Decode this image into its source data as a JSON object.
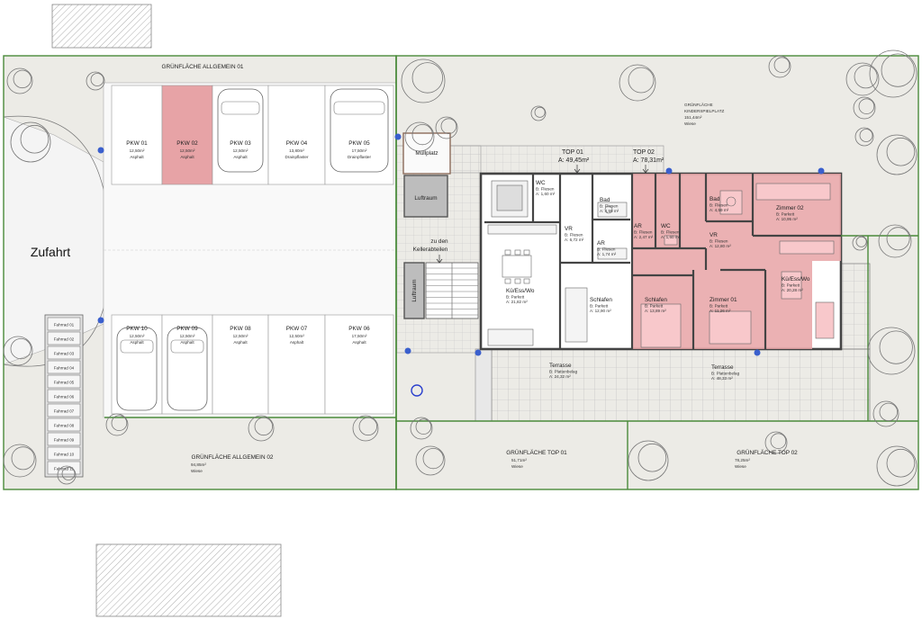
{
  "site": {
    "driveway": "Zufahrt",
    "green_general_1": "GRÜNFLÄCHE ALLGEMEIN 01",
    "green_general_2": {
      "name": "GRÜNFLÄCHE ALLGEMEIN 02",
      "area": "94,85m²",
      "surface": "Wiese"
    },
    "playground": {
      "name": "GRÜNFLÄCHE",
      "name2": "KINDERSPIELPLATZ",
      "area": "151,44m²",
      "surface": "Wiese"
    },
    "green_top1": {
      "name": "GRÜNFLÄCHE TOP 01",
      "area": "51,71m²",
      "surface": "Wiese"
    },
    "green_top2": {
      "name": "GRÜNFLÄCHE TOP 02",
      "area": "78,25m²",
      "surface": "Wiese"
    },
    "waste": "Müllplatz",
    "shaft_1": "Luftraum",
    "shaft_2": "Luftraum",
    "cellar": [
      "zu den",
      "Kellerabteilen"
    ]
  },
  "parking": [
    {
      "id": "PKW 01",
      "area": "12,50m²",
      "surface": "Asphalt",
      "highlight": false
    },
    {
      "id": "PKW 02",
      "area": "12,50m²",
      "surface": "Asphalt",
      "highlight": true
    },
    {
      "id": "PKW 03",
      "area": "12,50m²",
      "surface": "Asphalt",
      "highlight": false
    },
    {
      "id": "PKW 04",
      "area": "13,80m²",
      "surface": "Drainpflaster",
      "highlight": false
    },
    {
      "id": "PKW 05",
      "area": "17,50m²",
      "surface": "Drainpflaster",
      "highlight": false
    },
    {
      "id": "PKW 10",
      "area": "12,50m²",
      "surface": "Asphalt",
      "highlight": false
    },
    {
      "id": "PKW 09",
      "area": "12,50m²",
      "surface": "Asphalt",
      "highlight": false
    },
    {
      "id": "PKW 08",
      "area": "12,50m²",
      "surface": "Asphalt",
      "highlight": false
    },
    {
      "id": "PKW 07",
      "area": "12,50m²",
      "surface": "Asphalt",
      "highlight": false
    },
    {
      "id": "PKW 06",
      "area": "17,50m²",
      "surface": "Asphalt",
      "highlight": false
    }
  ],
  "bikes": [
    "Fahrrad 01",
    "Fahrrad 02",
    "Fahrrad 03",
    "Fahrrad 04",
    "Fahrrad 05",
    "Fahrrad 06",
    "Fahrrad 07",
    "Fahrrad 08",
    "Fahrrad 09",
    "Fahrrad 10",
    "Fahrrad 11"
  ],
  "top1": {
    "title": "TOP 01",
    "area": "A: 49,45m²",
    "rooms": [
      {
        "name": "WC",
        "floor": "B: Fliesen",
        "area": "A: 1,60 m²"
      },
      {
        "name": "Bad",
        "floor": "B: Fliesen",
        "area": "A: 4,59 m²"
      },
      {
        "name": "VR",
        "floor": "B: Fliesen",
        "area": "A: 6,72 m²"
      },
      {
        "name": "AR",
        "floor": "B: Fliesen",
        "area": "A: 1,74 m²"
      },
      {
        "name": "Kü/Ess/Wo",
        "floor": "B: Parkett",
        "area": "A: 21,82 m²"
      },
      {
        "name": "Schlafen",
        "floor": "B: Parkett",
        "area": "A: 12,90 m²"
      },
      {
        "name": "Terrasse",
        "floor": "B: Plattenbelag",
        "area": "A: 24,32 m²"
      }
    ]
  },
  "top2": {
    "title": "TOP 02",
    "area": "A: 78,31m²",
    "rooms": [
      {
        "name": "AR",
        "floor": "B: Fliesen",
        "area": "A: 2,47 m²"
      },
      {
        "name": "WC",
        "floor": "B: Fliesen",
        "area": "A: 1,60 m²"
      },
      {
        "name": "Bad",
        "floor": "B: Fliesen",
        "area": "A: 4,59 m²"
      },
      {
        "name": "VR",
        "floor": "B: Fliesen",
        "area": "A: 12,80 m²"
      },
      {
        "name": "Zimmer 02",
        "floor": "B: Parkett",
        "area": "A: 10,95 m²"
      },
      {
        "name": "Kü/Ess/Wo",
        "floor": "B: Parkett",
        "area": "A: 20,28 m²"
      },
      {
        "name": "Schlafen",
        "floor": "B: Parkett",
        "area": "A: 13,89 m²"
      },
      {
        "name": "Zimmer 01",
        "floor": "B: Parkett",
        "area": "A: 11,26 m²"
      },
      {
        "name": "Terrasse",
        "floor": "B: Plattenbelag",
        "area": "A: 48,33 m²"
      }
    ]
  },
  "colors": {
    "highlight": "#e7a3a6",
    "green_border": "#4a8a3a",
    "lawn": "#ecebe6",
    "paving": "#f7f7f7"
  }
}
